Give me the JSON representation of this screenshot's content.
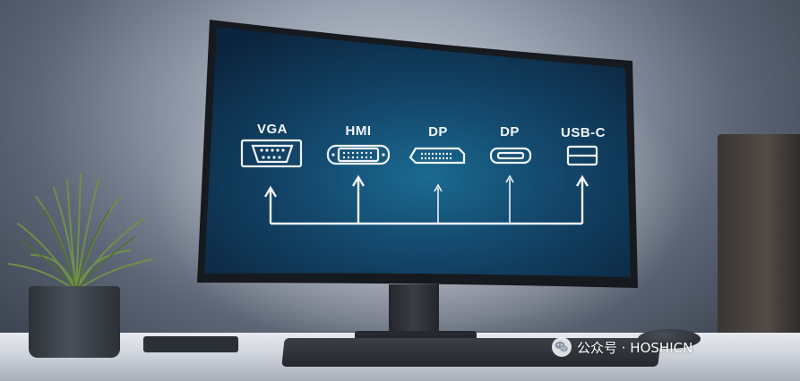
{
  "screen": {
    "ports": [
      {
        "label": "VGA",
        "icon": "vga-port-icon"
      },
      {
        "label": "HMI",
        "icon": "hdmi-port-icon"
      },
      {
        "label": "DP",
        "icon": "displayport-icon"
      },
      {
        "label": "DP",
        "icon": "mini-displayport-icon"
      },
      {
        "label": "USB-C",
        "icon": "usb-c-port-icon"
      }
    ],
    "line_color": "#eef3f8",
    "screen_color": "#13466a"
  },
  "watermark": {
    "text": "公众号 · HOSHICN",
    "icon": "wechat-icon"
  }
}
